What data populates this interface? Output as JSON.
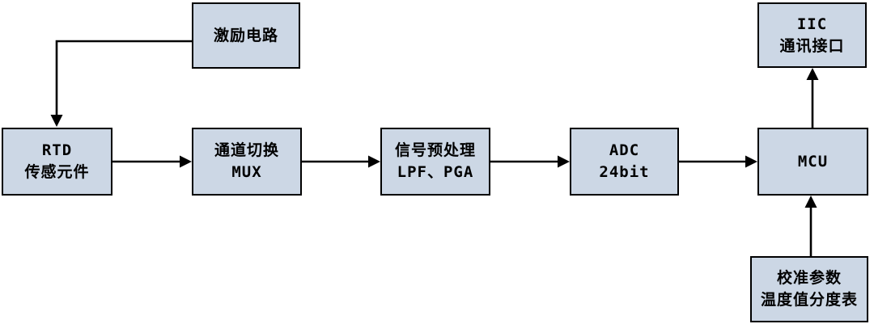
{
  "diagram": {
    "nodes": {
      "excitation": {
        "line1": "激励电路"
      },
      "rtd": {
        "line1": "RTD",
        "line2": "传感元件"
      },
      "mux": {
        "line1": "通道切换",
        "line2": "MUX"
      },
      "preproc": {
        "line1": "信号预处理",
        "line2": "LPF、PGA"
      },
      "adc": {
        "line1": "ADC",
        "line2": "24bit"
      },
      "mcu": {
        "line1": "MCU"
      },
      "iic": {
        "line1": "IIC",
        "line2": "通讯接口"
      },
      "calib": {
        "line1": "校准参数",
        "line2": "温度值分度表"
      }
    },
    "colors": {
      "box_fill": "#ccd7e5",
      "box_border": "#000000",
      "arrow": "#000000",
      "background": "#ffffff"
    }
  }
}
